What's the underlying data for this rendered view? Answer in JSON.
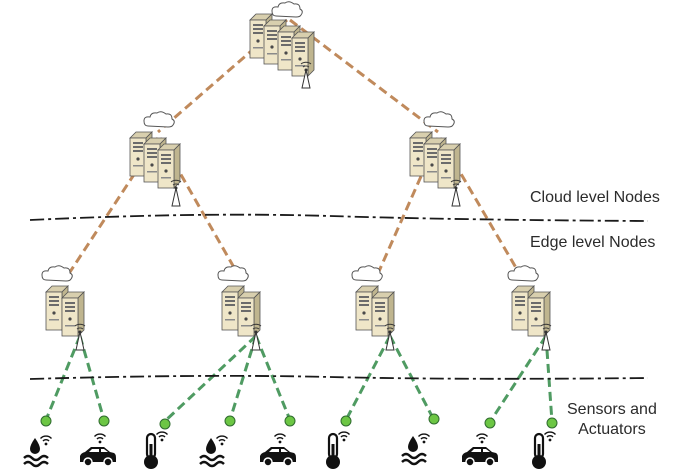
{
  "layers": {
    "cloud_label": "Cloud level Nodes",
    "edge_label": "Edge level Nodes",
    "sensors_label_line1": "Sensors and",
    "sensors_label_line2": "Actuators"
  },
  "nodes": {
    "root": "cloud-server-cluster",
    "mid": [
      "cloud-server-cluster",
      "cloud-server-cluster"
    ],
    "edge": [
      "edge-server",
      "edge-server",
      "edge-server",
      "edge-server"
    ]
  },
  "devices": [
    "water-icon",
    "car-icon",
    "thermometer-icon",
    "water-icon",
    "car-icon",
    "thermometer-icon",
    "water-icon",
    "car-icon",
    "thermometer-icon"
  ],
  "colors": {
    "cloud_link": "#c08a5c",
    "sensor_link": "#4f9b62",
    "sensor_dot": "#6cc644",
    "server_body": "#efe6c8",
    "divider": "#1a1a1a"
  }
}
